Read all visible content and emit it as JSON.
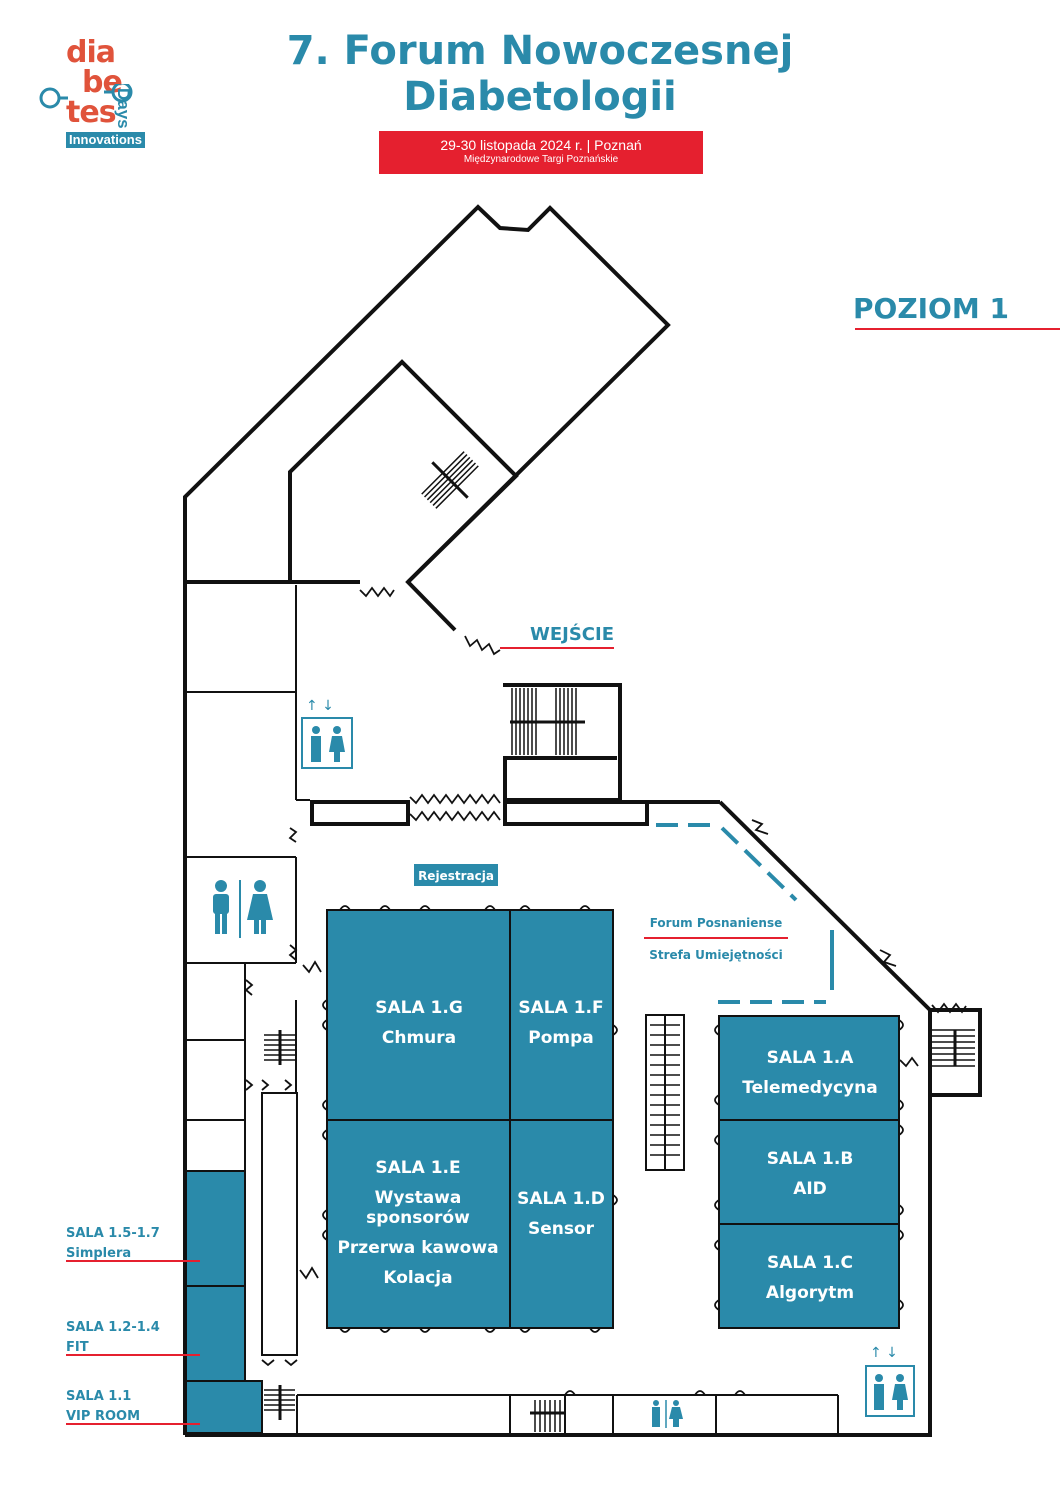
{
  "logo": {
    "line1": "dia",
    "line2": "be",
    "line3": "tes",
    "days": "Days",
    "innovations": "Innovations"
  },
  "header": {
    "title_line1": "7. Forum Nowoczesnej",
    "title_line2": "Diabetologii",
    "date_place": "29-30 listopada 2024 r. | Poznań",
    "venue": "Międzynarodowe Targi Poznańskie"
  },
  "level": "POZIOM 1",
  "labels": {
    "entrance": "WEJŚCIE",
    "registration": "Rejestracja",
    "forum": "Forum Posnaniense",
    "skills": "Strefa Umiejętności"
  },
  "rooms": {
    "g": {
      "code": "SALA 1.G",
      "name": "Chmura"
    },
    "f": {
      "code": "SALA 1.F",
      "name": "Pompa"
    },
    "e": {
      "code": "SALA 1.E",
      "name1": "Wystawa",
      "name2": "sponsorów",
      "name3": "Przerwa kawowa",
      "name4": "Kolacja"
    },
    "d": {
      "code": "SALA 1.D",
      "name": "Sensor"
    },
    "a": {
      "code": "SALA 1.A",
      "name": "Telemedycyna"
    },
    "b": {
      "code": "SALA 1.B",
      "name": "AID"
    },
    "c": {
      "code": "SALA 1.C",
      "name": "Algorytm"
    }
  },
  "side_rooms": [
    {
      "code": "SALA 1.5-1.7",
      "name": "Simplera"
    },
    {
      "code": "SALA 1.2-1.4",
      "name": "FIT"
    },
    {
      "code": "SALA 1.1",
      "name": "VIP ROOM"
    }
  ],
  "colors": {
    "teal": "#2a8aaa",
    "red": "#e5202f",
    "logo_orange": "#e0533b",
    "wall": "#111111"
  }
}
